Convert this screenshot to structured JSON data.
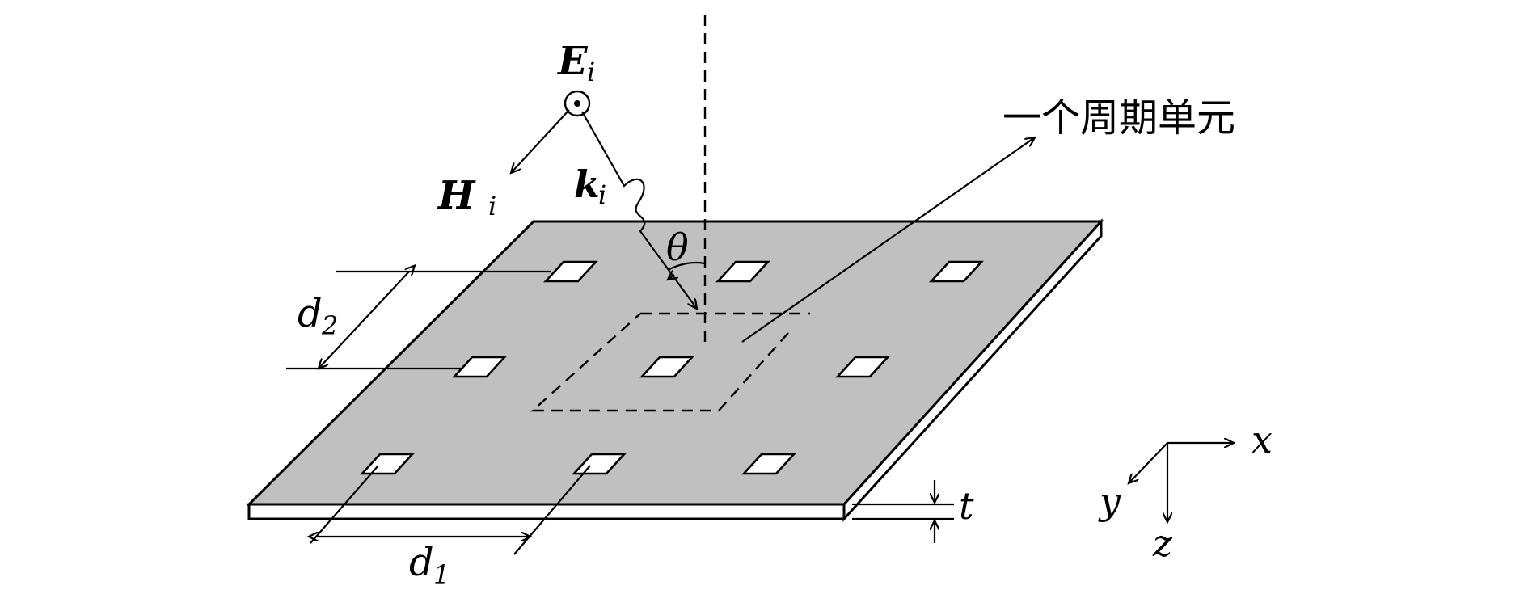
{
  "labels": {
    "e_field": "E",
    "e_sub": "i",
    "h_field": "H",
    "h_sub": "i",
    "k_vector": "k",
    "k_sub": "i",
    "angle": "θ",
    "unit_cell": "一个周期单元",
    "period_x": "d",
    "period_x_sub": "1",
    "period_y": "d",
    "period_y_sub": "2",
    "thickness": "t",
    "axis_x": "x",
    "axis_y": "y",
    "axis_z": "z"
  },
  "colors": {
    "plate_top": "#c0c0c0",
    "plate_edge": "#ffffff",
    "aperture": "#ffffff",
    "line": "#000000"
  }
}
